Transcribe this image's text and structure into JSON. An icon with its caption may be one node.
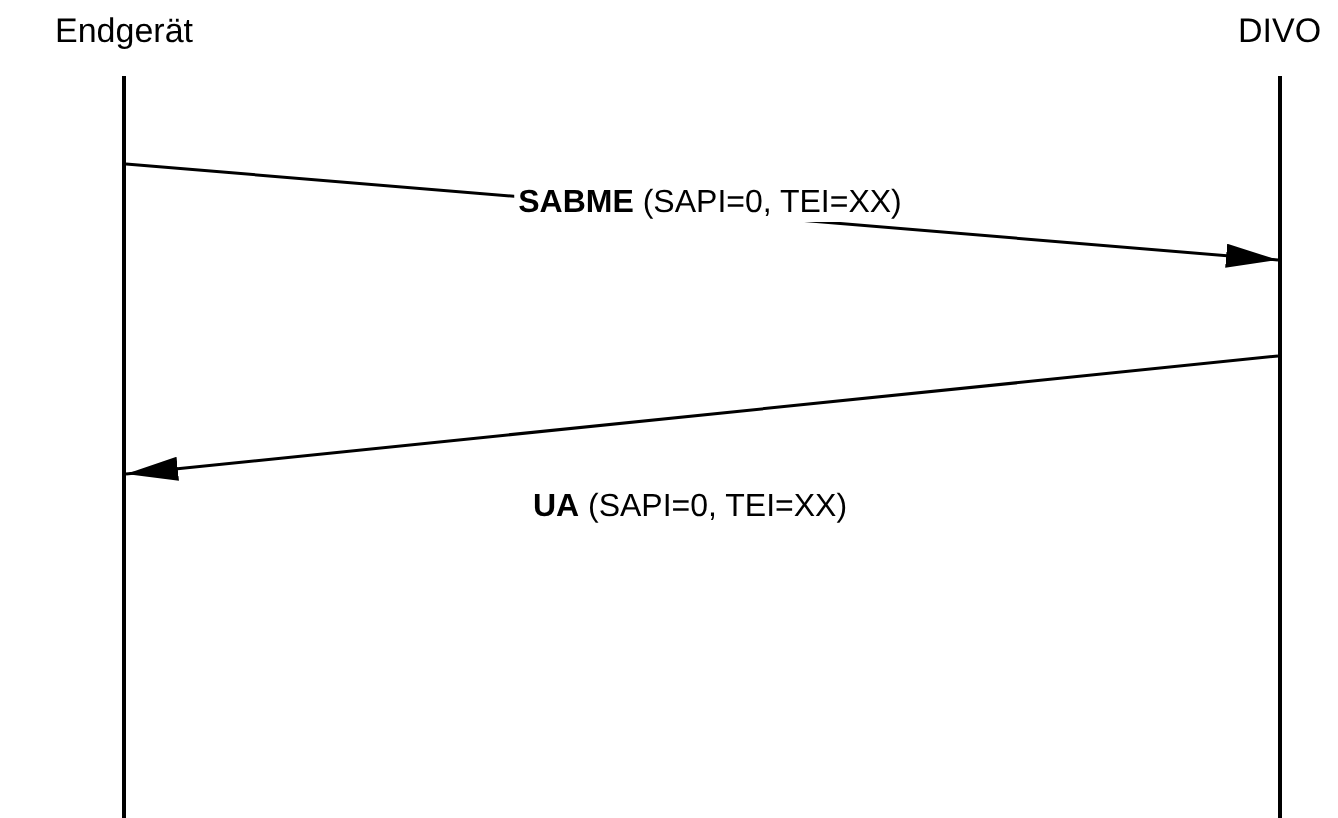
{
  "diagram": {
    "nodes": [
      {
        "text": [
          "Endgerät"
        ]
      },
      {
        "text": [
          "DIVO"
        ]
      }
    ],
    "edges": [
      {
        "from": 0,
        "to": 1,
        "arrow": "to",
        "label": "**SABME** (SAPI=0, TEI=XX)"
      },
      {
        "from": 1,
        "to": 0,
        "arrow": "to",
        "label": "**UA** (SAPI=0, TEI=XX)"
      }
    ]
  }
}
